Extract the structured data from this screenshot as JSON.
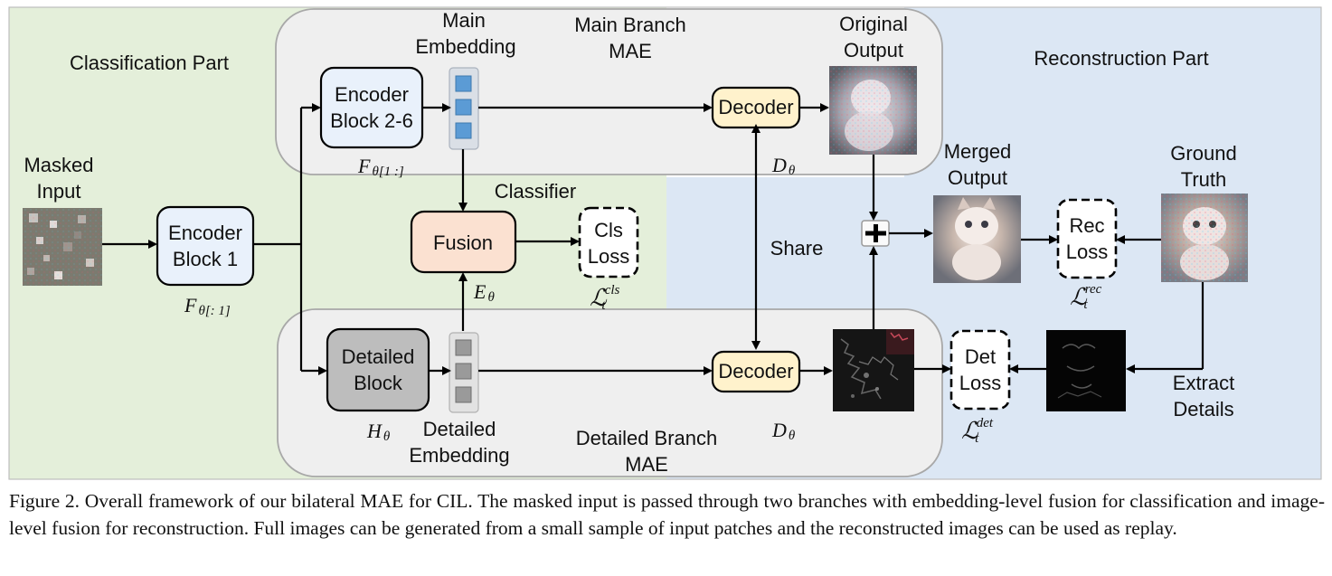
{
  "regions": {
    "classification": "Classification Part",
    "reconstruction": "Reconstruction Part"
  },
  "branches": {
    "main_line1": "Main Branch",
    "main_line2": "MAE",
    "detailed_line1": "Detailed Branch",
    "detailed_line2": "MAE"
  },
  "labels": {
    "masked_input_line1": "Masked",
    "masked_input_line2": "Input",
    "main_embedding_line1": "Main",
    "main_embedding_line2": "Embedding",
    "detailed_embedding_line1": "Detailed",
    "detailed_embedding_line2": "Embedding",
    "original_output_line1": "Original",
    "original_output_line2": "Output",
    "merged_output_line1": "Merged",
    "merged_output_line2": "Output",
    "ground_truth_line1": "Ground",
    "ground_truth_line2": "Truth",
    "classifier": "Classifier",
    "share": "Share",
    "extract_details_line1": "Extract",
    "extract_details_line2": "Details"
  },
  "boxes": {
    "encoder1_line1": "Encoder",
    "encoder1_line2": "Block 1",
    "encoder26_line1": "Encoder",
    "encoder26_line2": "Block 2-6",
    "detailed_block_line1": "Detailed",
    "detailed_block_line2": "Block",
    "fusion": "Fusion",
    "decoder_top": "Decoder",
    "decoder_bottom": "Decoder",
    "cls_loss_line1": "Cls",
    "cls_loss_line2": "Loss",
    "rec_loss_line1": "Rec",
    "rec_loss_line2": "Loss",
    "det_loss_line1": "Det",
    "det_loss_line2": "Loss"
  },
  "math": {
    "f_theta_1": "F",
    "f_theta_1_sub": "θ[: 1]",
    "f_theta_rest": "F",
    "f_theta_rest_sub": "θ[1 :]",
    "h_theta": "H",
    "h_theta_sub": "θ",
    "e_theta": "E",
    "e_theta_sub": "θ",
    "d_theta_top": "D",
    "d_theta_top_sub": "θ",
    "d_theta_bottom": "D",
    "d_theta_bottom_sub": "θ",
    "l_cls": "ℒ",
    "l_cls_sup": "cls",
    "l_cls_sub": "t",
    "l_rec": "ℒ",
    "l_rec_sup": "rec",
    "l_rec_sub": "t",
    "l_det": "ℒ",
    "l_det_sup": "det",
    "l_det_sub": "t"
  },
  "caption": "Figure 2. Overall framework of our bilateral MAE for CIL. The masked input is passed through two branches with embedding-level fusion for classification and image-level fusion for reconstruction. Full images can be generated from a small sample of input patches and the reconstructed images can be used as replay.",
  "colors": {
    "classification_bg": "#e4efda",
    "reconstruction_bg": "#dce7f4",
    "branch_bg": "#efefef",
    "encoder_fill": "#e9f1fb",
    "detailed_fill": "#bdbdbd",
    "fusion_fill": "#fbe1d1",
    "decoder_fill": "#fff2cc",
    "token_main": "#5b9bd5",
    "token_detail": "#9a9a9a"
  }
}
